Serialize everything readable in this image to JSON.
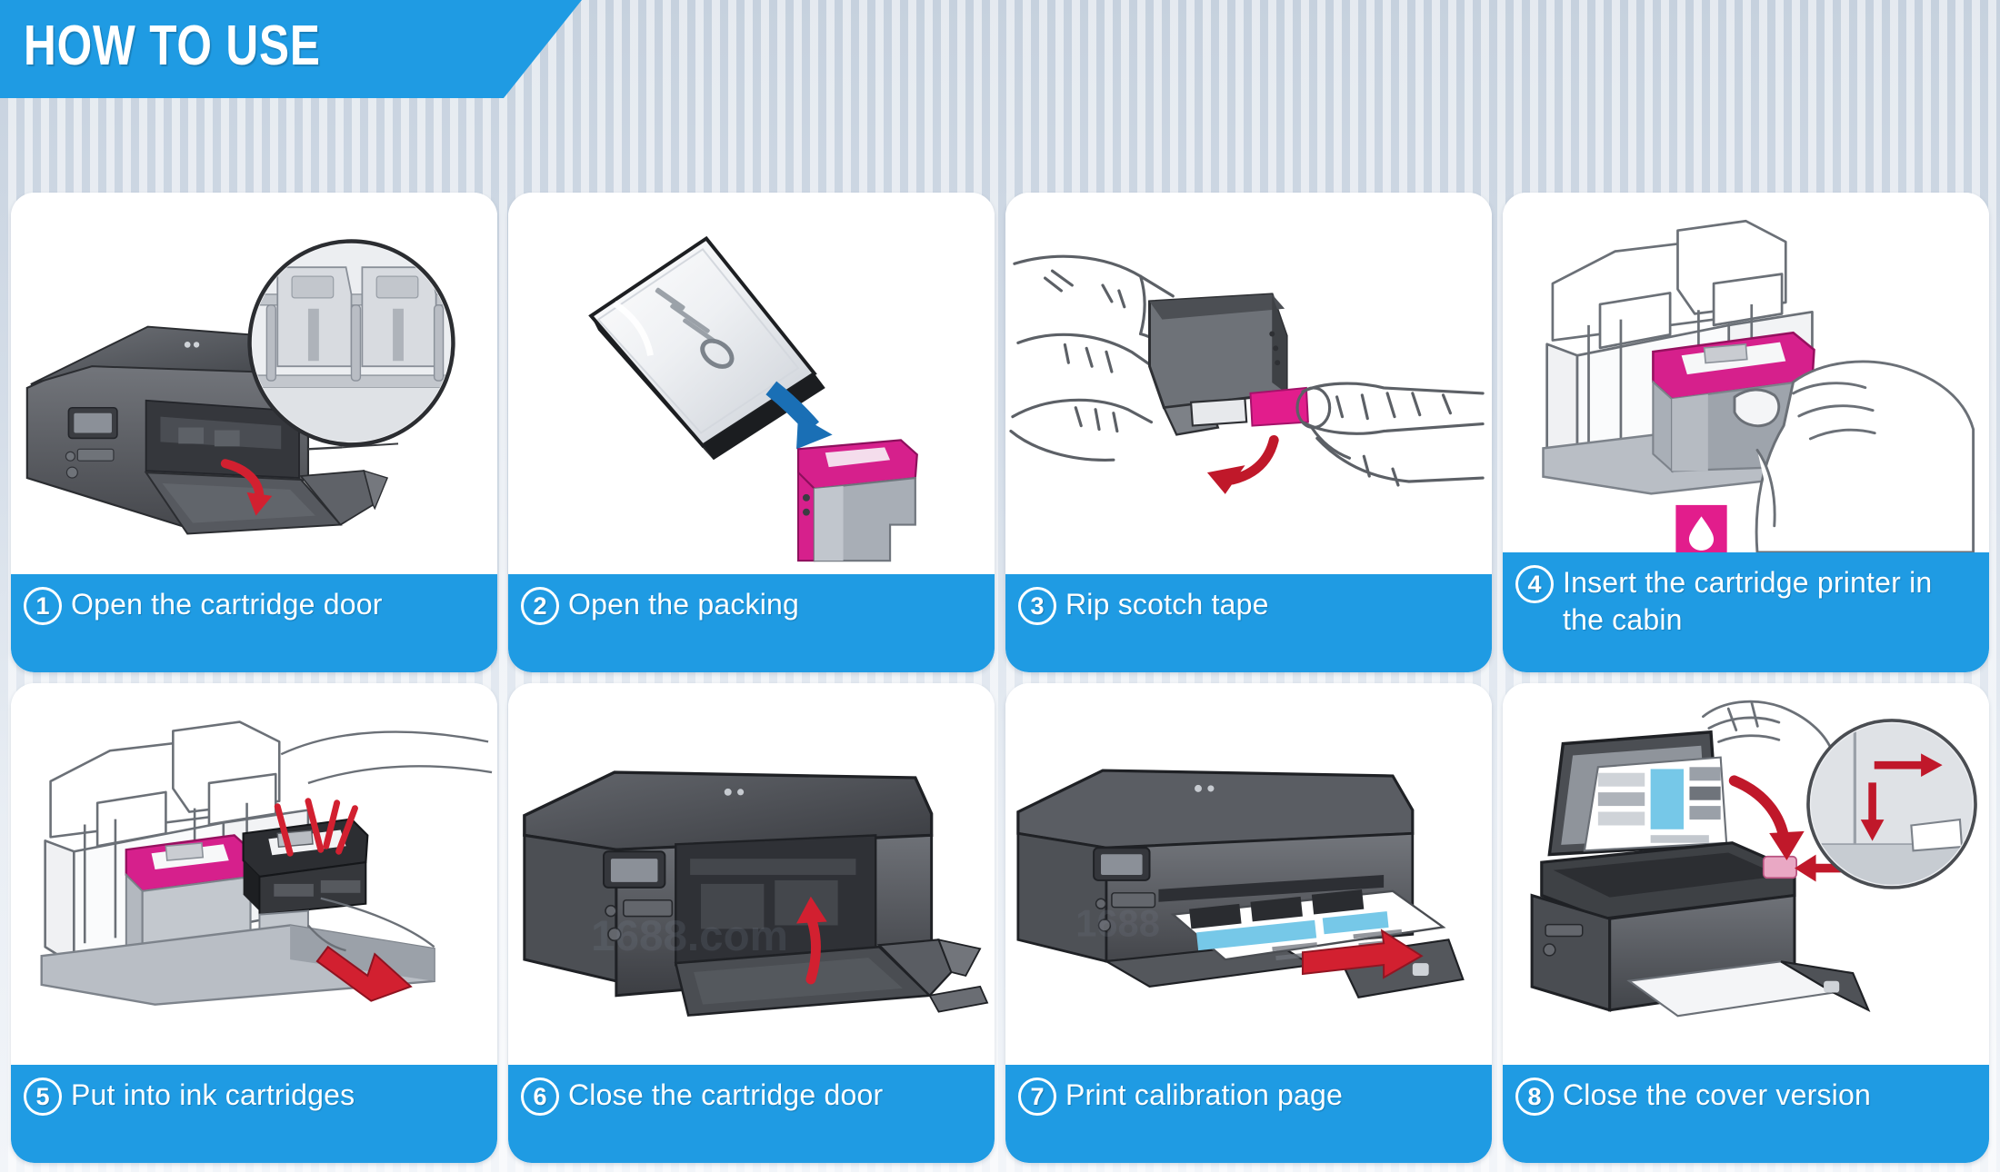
{
  "header": {
    "title": "HOW TO USE",
    "banner_color": "#1f9be3"
  },
  "theme": {
    "accent_blue": "#1f9be3",
    "card_background": "#ffffff",
    "page_background": "#ccd6e2",
    "arrow_red": "#d22030",
    "arrow_blue": "#1a6fb5",
    "ink_magenta": "#d6208c",
    "printer_dark_gray": "#5a5c60",
    "caption_text_color": "#ffffff"
  },
  "steps": [
    {
      "number": "1",
      "badge_icon": "circled-number-1-icon",
      "text": "Open the cartridge door",
      "illustration": "printer-open-cartridge-door-with-magnifier-inset",
      "two_line": false
    },
    {
      "number": "2",
      "badge_icon": "circled-number-2-icon",
      "text": "Open the packing",
      "illustration": "cartridge-package-with-blue-arrow-to-ink-cartridge",
      "two_line": false
    },
    {
      "number": "3",
      "badge_icon": "circled-number-3-icon",
      "text": "Rip scotch tape",
      "illustration": "hands-peeling-magenta-tape-from-cartridge",
      "two_line": false
    },
    {
      "number": "4",
      "badge_icon": "circled-number-4-icon",
      "text": "Insert the cartridge printer in the cabin",
      "illustration": "hand-inserting-cartridge-into-carriage",
      "two_line": true
    },
    {
      "number": "5",
      "badge_icon": "circled-number-5-icon",
      "text": "Put into ink cartridges",
      "illustration": "carriage-with-magenta-and-black-cartridges-red-arrow",
      "two_line": false
    },
    {
      "number": "6",
      "badge_icon": "circled-number-6-icon",
      "text": "Close the cartridge door",
      "illustration": "printer-closing-cartridge-door-red-up-arrow",
      "two_line": false
    },
    {
      "number": "7",
      "badge_icon": "circled-number-7-icon",
      "text": "Print calibration page",
      "illustration": "printer-ejecting-calibration-page-red-arrow",
      "two_line": false
    },
    {
      "number": "8",
      "badge_icon": "circled-number-8-icon",
      "text": "Close the cover version",
      "illustration": "scanner-lid-open-with-calibration-page-and-corner-inset",
      "two_line": false
    }
  ],
  "watermarks": [
    {
      "step": "6",
      "text": "1688.com"
    },
    {
      "step": "7",
      "text": "1688"
    }
  ]
}
